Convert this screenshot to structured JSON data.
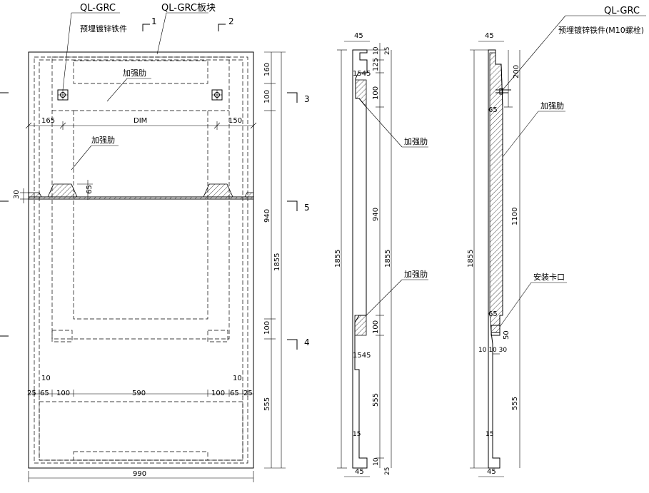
{
  "front_view": {
    "label_ql_grc": "QL-GRC",
    "label_embed": "预埋镀锌铁件",
    "label_panel": "QL-GRC板块",
    "label_rib_top": "加强肋",
    "label_rib_mid": "加强肋",
    "sec1": "1",
    "sec2": "2",
    "sec3": "3",
    "sec4": "4",
    "sec5": "5",
    "dim_165": "165",
    "dim_dim": "DIM",
    "dim_150": "150",
    "dim_30": "30",
    "dim_65": "65",
    "dim_10_left": "10",
    "dim_10_right": "10",
    "dim_25_left": "25",
    "dim_65_left": "65",
    "dim_100_left": "100",
    "dim_590": "590",
    "dim_100_right": "100",
    "dim_65_right": "65",
    "dim_25_right": "25",
    "dim_990": "990",
    "dim_v160": "160",
    "dim_v100a": "100",
    "dim_v940": "940",
    "dim_v1855": "1855",
    "dim_v100b": "100",
    "dim_v555": "555"
  },
  "side_view": {
    "dim_45_top": "45",
    "dim_10": "10",
    "dim_25": "25",
    "dim_125": "125",
    "dim_1545_top": "1545",
    "dim_100a": "100",
    "label_rib_a": "加强肋",
    "dim_940": "940",
    "dim_1855_left": "1855",
    "dim_1855_right": "1855",
    "label_rib_b": "加强肋",
    "dim_100b": "100",
    "dim_1545_bottom": "1545",
    "dim_555": "555",
    "dim_15": "15",
    "dim_10_bottom": "10",
    "dim_25_bottom": "25",
    "dim_45_bottom": "45"
  },
  "detail_view": {
    "label_ql_grc": "QL-GRC",
    "label_embed": "预埋镀锌铁件(M10螺栓)",
    "dim_45_top": "45",
    "dim_200": "200",
    "dim_65_top": "65",
    "label_rib": "加强肋",
    "dim_1855": "1855",
    "dim_1100": "1100",
    "label_clip": "安装卡口",
    "dim_65_bottom": "65",
    "dim_50": "50",
    "dim_101030": "10 10 30",
    "dim_555": "555",
    "dim_15": "15",
    "dim_45_bottom": "45"
  }
}
